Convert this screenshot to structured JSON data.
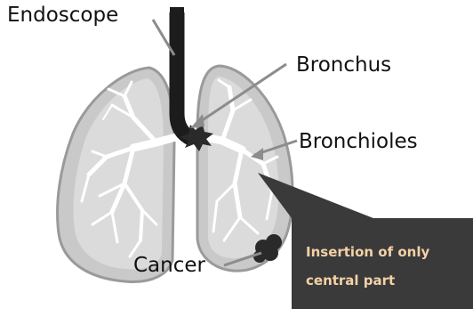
{
  "labels": {
    "endoscope": "Endoscope",
    "bronchus": "Bronchus",
    "bronchioles": "Bronchioles",
    "cancer": "Cancer"
  },
  "callout": {
    "text": "Insertion of only central part"
  },
  "colors": {
    "lung_fill": "#c9c9c9",
    "lung_outline": "#9a9a9a",
    "lung_inner": "#e4e4e4",
    "airway": "#ffffff",
    "endoscope": "#1c1c1c",
    "tumor": "#2a2a2a",
    "callout_bg": "#3a3a3a",
    "callout_text": "#f4d1a6",
    "pointer_line": "#8c8c8c"
  }
}
